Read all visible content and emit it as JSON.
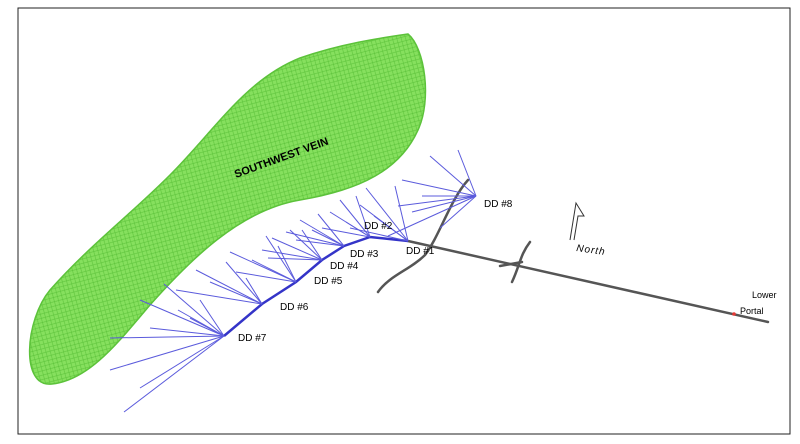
{
  "vein": {
    "label": "SOUTHWEST VEIN",
    "color": "#7ed957"
  },
  "drill_stations": [
    {
      "label": "DD #1"
    },
    {
      "label": "DD #2"
    },
    {
      "label": "DD #3"
    },
    {
      "label": "DD #4"
    },
    {
      "label": "DD #5"
    },
    {
      "label": "DD #6"
    },
    {
      "label": "DD #7"
    },
    {
      "label": "DD #8"
    }
  ],
  "north_arrow": {
    "label": "North"
  },
  "portal": {
    "line1": "Lower",
    "line2": "Portal",
    "marker_color": "#e53935"
  },
  "colors": {
    "drill_fan": "#5b5bdc",
    "drift_main": "#3434c8",
    "tunnel": "#555555",
    "frame": "#222222"
  }
}
